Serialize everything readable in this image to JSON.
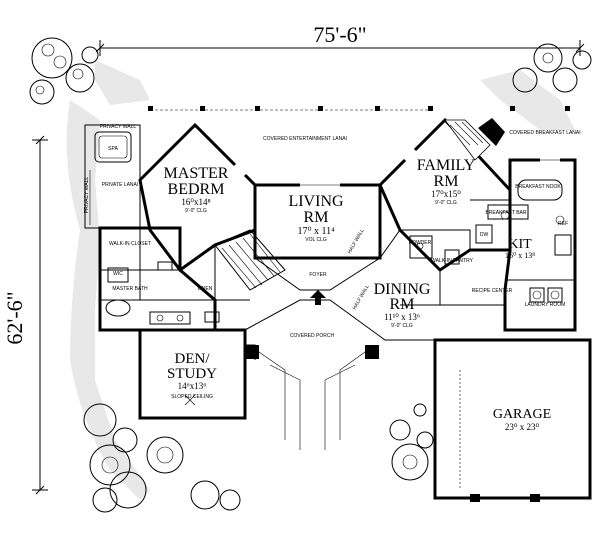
{
  "dimensions": {
    "width_label": "75'-6\"",
    "depth_label": "62'-6\""
  },
  "rooms": {
    "master_bedroom": {
      "name_line1": "MASTER",
      "name_line2": "BEDRM",
      "size": "16⁰x14⁸",
      "ceiling": "9'-0\" CLG"
    },
    "living_room": {
      "name_line1": "LIVING",
      "name_line2": "RM",
      "size": "17⁰ x 11⁴",
      "ceiling": "VOL CLG"
    },
    "family_room": {
      "name_line1": "FAMILY",
      "name_line2": "RM",
      "size": "17⁰x15⁰",
      "ceiling": "9'-0\" CLG"
    },
    "dining_room": {
      "name_line1": "DINING",
      "name_line2": "RM",
      "size": "11¹⁰ x 13⁶",
      "ceiling": "9'-0\" CLG"
    },
    "den_study": {
      "name_line1": "DEN/",
      "name_line2": "STUDY",
      "size": "14⁶x13⁶",
      "ceiling": "SLOPED CEILING"
    },
    "kitchen": {
      "name": "KIT",
      "size": "16⁰ x 13⁸"
    },
    "garage": {
      "name": "GARAGE",
      "size": "23⁰ x 23⁰"
    }
  },
  "labels": {
    "covered_entertainment": "COVERED ENTERTAINMENT LANAI",
    "covered_breakfast": "COVERED BREAKFAST LANAI",
    "privacy_wall": "PRIVACY WALL",
    "spa": "SPA",
    "private_lanai": "PRIVATE LANAI",
    "walk_in_closet": "WALK-IN CLOSET",
    "master_bath": "MASTER BATH",
    "foyer": "FOYER",
    "covered_porch": "COVERED PORCH",
    "half_wall": "HALF WALL",
    "powder": "POWDER",
    "walk_in_pantry": "WALK-IN PANTRY",
    "breakfast_nook": "BREAKFAST NOOK",
    "breakfast_bar": "BREAKFAST BAR",
    "recipe_center": "RECIPE CENTER",
    "laundry_room": "LAUNDRY ROOM",
    "linen": "LINEN",
    "wic": "WIC",
    "ref": "REF",
    "dw": "DW"
  }
}
